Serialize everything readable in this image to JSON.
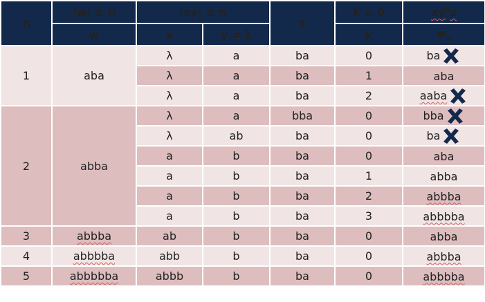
{
  "header": {
    "row1": {
      "n": "n",
      "w_cond": "|w| ≥ n",
      "xy_cond": "|xy| ≤ n",
      "z": "z",
      "k_cond": "k ≥ 0",
      "pump_base": "xy",
      "pump_sup": "k",
      "pump_end": "z"
    },
    "row2": {
      "w": "w",
      "x": "x",
      "y_cond": "y ≠ λ",
      "k": "k",
      "wk_base": "w",
      "wk_sub": "k"
    }
  },
  "groups": [
    {
      "n": "1",
      "w": "aba",
      "rows": [
        {
          "x": "λ",
          "y": "a",
          "z": "ba",
          "k": "0",
          "wk": "ba",
          "fail": true
        },
        {
          "x": "λ",
          "y": "a",
          "z": "ba",
          "k": "1",
          "wk": "aba",
          "fail": false
        },
        {
          "x": "λ",
          "y": "a",
          "z": "ba",
          "k": "2",
          "wk": "aaba",
          "fail": true
        }
      ]
    },
    {
      "n": "2",
      "w": "abba",
      "rows": [
        {
          "x": "λ",
          "y": "a",
          "z": "bba",
          "k": "0",
          "wk": "bba",
          "fail": true
        },
        {
          "x": "λ",
          "y": "ab",
          "z": "ba",
          "k": "0",
          "wk": "ba",
          "fail": true
        },
        {
          "x": "a",
          "y": "b",
          "z": "ba",
          "k": "0",
          "wk": "aba",
          "fail": false
        },
        {
          "x": "a",
          "y": "b",
          "z": "ba",
          "k": "1",
          "wk": "abba",
          "fail": false
        },
        {
          "x": "a",
          "y": "b",
          "z": "ba",
          "k": "2",
          "wk": "abbba",
          "fail": false
        },
        {
          "x": "a",
          "y": "b",
          "z": "ba",
          "k": "3",
          "wk": "abbbba",
          "fail": false
        }
      ]
    },
    {
      "n": "3",
      "w": "abbba",
      "rows": [
        {
          "x": "ab",
          "y": "b",
          "z": "ba",
          "k": "0",
          "wk": "abba",
          "fail": false
        }
      ]
    },
    {
      "n": "4",
      "w": "abbbba",
      "rows": [
        {
          "x": "abb",
          "y": "b",
          "z": "ba",
          "k": "0",
          "wk": "abbba",
          "fail": false
        }
      ]
    },
    {
      "n": "5",
      "w": "abbbbba",
      "rows": [
        {
          "x": "abbb",
          "y": "b",
          "z": "ba",
          "k": "0",
          "wk": "abbbba",
          "fail": false
        }
      ]
    }
  ],
  "icons": {
    "fail_mark": "x-cross-icon"
  },
  "colors": {
    "header_bg": "#13294b",
    "row_light": "#f0e4e4",
    "row_dark": "#ddbdbe",
    "fail_mark": "#13294b"
  }
}
